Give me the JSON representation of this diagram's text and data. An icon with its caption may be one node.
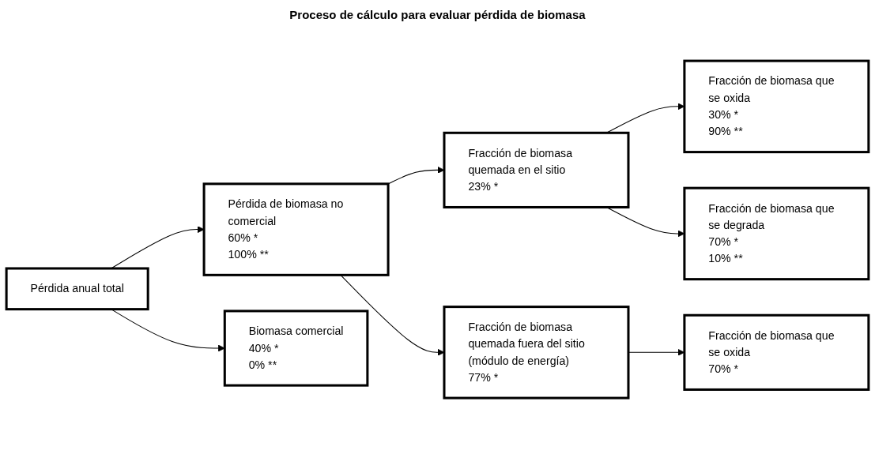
{
  "diagram": {
    "title": "Proceso de cálculo para evaluar pérdida de biomasa",
    "nodes": [
      {
        "text": [
          "Pérdida anual total"
        ]
      },
      {
        "text": [
          "Pérdida de biomasa no comercial",
          "60% *",
          "100% **"
        ]
      },
      {
        "text": [
          "Biomasa comercial",
          "40% *",
          "0% **"
        ]
      },
      {
        "text": [
          "Fracción de biomasa quemada en el sitio",
          "23% *"
        ]
      },
      {
        "text": [
          "Fracción de biomasa quemada fuera del sitio (módulo de energía)",
          "77% *"
        ]
      },
      {
        "text": [
          "Fracción de biomasa que se oxida",
          "30% *",
          "90% **"
        ]
      },
      {
        "text": [
          "Fracción de biomasa que se degrada",
          "70% *",
          "10% **"
        ]
      },
      {
        "text": [
          "Fracción de biomasa que se oxida",
          "70% *"
        ]
      }
    ],
    "edges": [
      {
        "from": 0,
        "to": 1,
        "arrow": "to"
      },
      {
        "from": 0,
        "to": 2,
        "arrow": "to"
      },
      {
        "from": 1,
        "to": 3,
        "arrow": "to"
      },
      {
        "from": 1,
        "to": 4,
        "arrow": "to"
      },
      {
        "from": 3,
        "to": 5,
        "arrow": "to"
      },
      {
        "from": 3,
        "to": 6,
        "arrow": "to"
      },
      {
        "from": 4,
        "to": 7,
        "arrow": "to"
      }
    ]
  }
}
